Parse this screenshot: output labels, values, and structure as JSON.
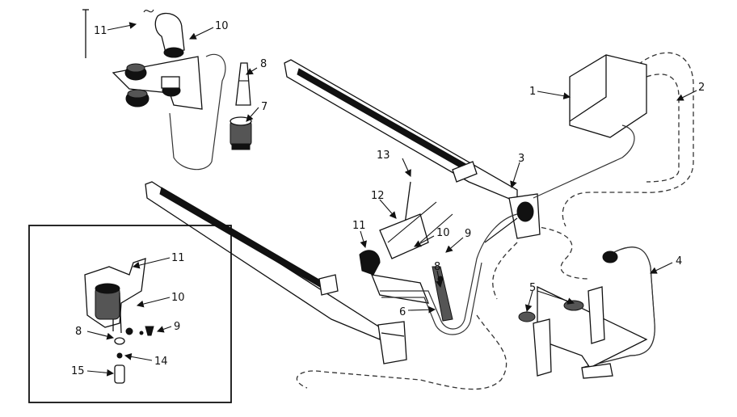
{
  "callouts": {
    "c1": "1",
    "c2": "2",
    "c3": "3",
    "c4": "4",
    "c5": "5",
    "c6": "6",
    "c7": "7",
    "c8_top": "8",
    "c8_mid": "8",
    "c8_inset": "8",
    "c9_mid": "9",
    "c9_inset": "9",
    "c10_top": "10",
    "c10_mid": "10",
    "c10_inset": "10",
    "c11_top": "11",
    "c11_mid": "11",
    "c11_inset": "11",
    "c12": "12",
    "c13": "13",
    "c14": "14",
    "c15": "15"
  }
}
